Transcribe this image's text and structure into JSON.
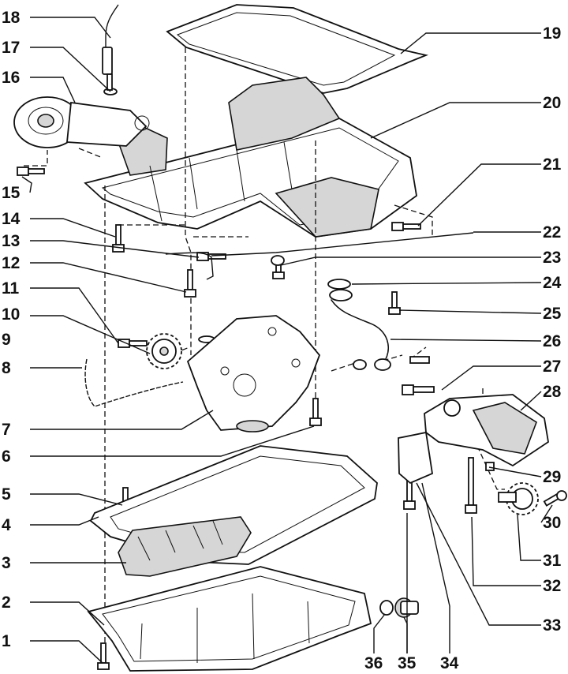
{
  "callouts": {
    "left": [
      "18",
      "17",
      "16",
      "15",
      "14",
      "13",
      "12",
      "11",
      "10",
      "9",
      "8",
      "7",
      "6",
      "5",
      "4",
      "3",
      "2",
      "1"
    ],
    "right": [
      "19",
      "20",
      "21",
      "22",
      "23",
      "24",
      "25",
      "26",
      "27",
      "28",
      "29",
      "30",
      "31",
      "32",
      "33"
    ],
    "bottom": [
      "36",
      "35",
      "34"
    ]
  }
}
